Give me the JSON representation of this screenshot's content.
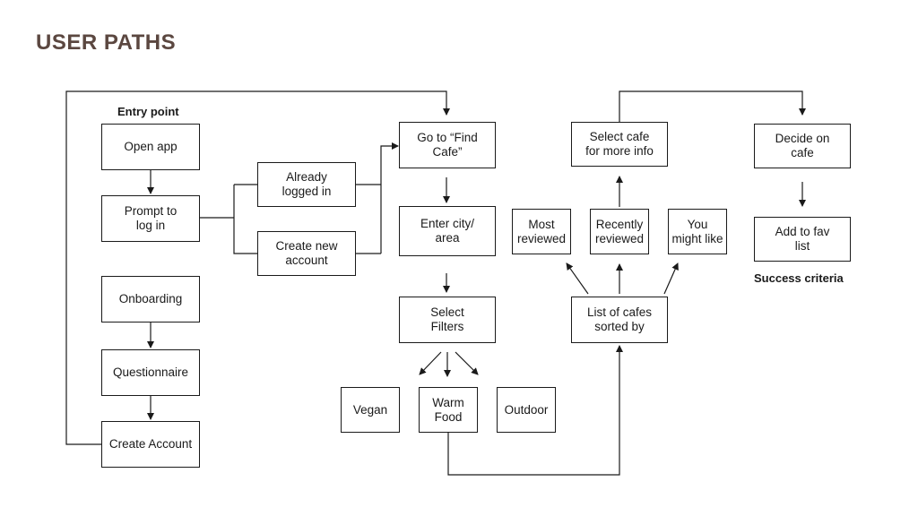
{
  "title": "USER PATHS",
  "labels": {
    "entry_point": "Entry point",
    "success_criteria": "Success criteria"
  },
  "nodes": {
    "open_app": "Open app",
    "prompt_login": "Prompt to\nlog in",
    "already_logged_in": "Already\nlogged in",
    "create_new_account": "Create new\naccount",
    "onboarding": "Onboarding",
    "questionnaire": "Questionnaire",
    "create_account": "Create Account",
    "go_to_find_cafe": "Go to “Find\nCafe”",
    "enter_city": "Enter city/\narea",
    "select_filters": "Select\nFilters",
    "vegan": "Vegan",
    "warm_food": "Warm\nFood",
    "outdoor": "Outdoor",
    "list_of_cafes": "List of cafes\nsorted by",
    "most_reviewed": "Most\nreviewed",
    "recently_reviewed": "Recently\nreviewed",
    "you_might_like": "You\nmight like",
    "select_cafe": "Select cafe\nfor more info",
    "decide_on_cafe": "Decide on\ncafe",
    "add_to_fav": "Add to fav\nlist"
  },
  "colors": {
    "title": "#5b4740",
    "line": "#1a1a1a"
  }
}
